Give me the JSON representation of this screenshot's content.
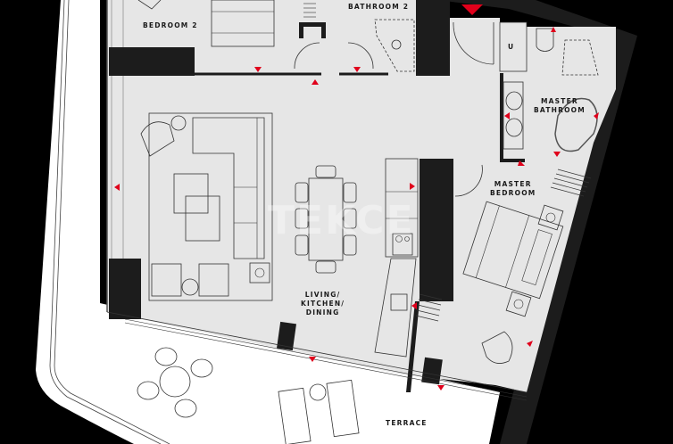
{
  "floorplan": {
    "title": "Apartment floor plan",
    "colors": {
      "background": "#000000",
      "floor": "#e6e6e6",
      "terrace": "#ffffff",
      "wall": "#1c1c1c",
      "marker": "#e0001b",
      "line": "#333333"
    },
    "rooms": [
      {
        "id": "bedroom2",
        "label": "BEDROOM 2"
      },
      {
        "id": "bathroom2",
        "label": "BATHROOM 2"
      },
      {
        "id": "utility",
        "label": "U"
      },
      {
        "id": "master-bathroom",
        "label": "MASTER\nBATHROOM"
      },
      {
        "id": "master-bedroom",
        "label": "MASTER\nBEDROOM"
      },
      {
        "id": "living",
        "label": "LIVING/\nKITCHEN/\nDINING"
      },
      {
        "id": "terrace",
        "label": "TERRACE"
      }
    ],
    "watermark": "TEKCE"
  }
}
